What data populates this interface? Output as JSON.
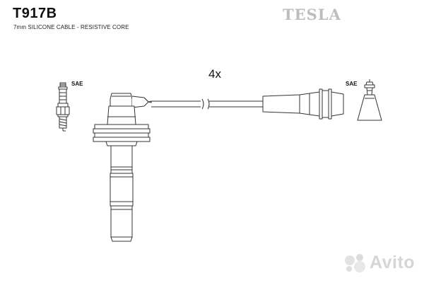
{
  "diagram": {
    "part_number": "T917B",
    "cable_spec": "7mm SILICONE CABLE - RESISTIVE CORE",
    "brand": "TESLA",
    "left_plug_label": "SAE",
    "right_plug_label": "SAE",
    "quantity": "4x"
  },
  "watermark": {
    "brand": "Avito",
    "color": "#d6d6d6"
  },
  "colors": {
    "line": "#333333",
    "brand_gray": "#bdbdbd"
  }
}
